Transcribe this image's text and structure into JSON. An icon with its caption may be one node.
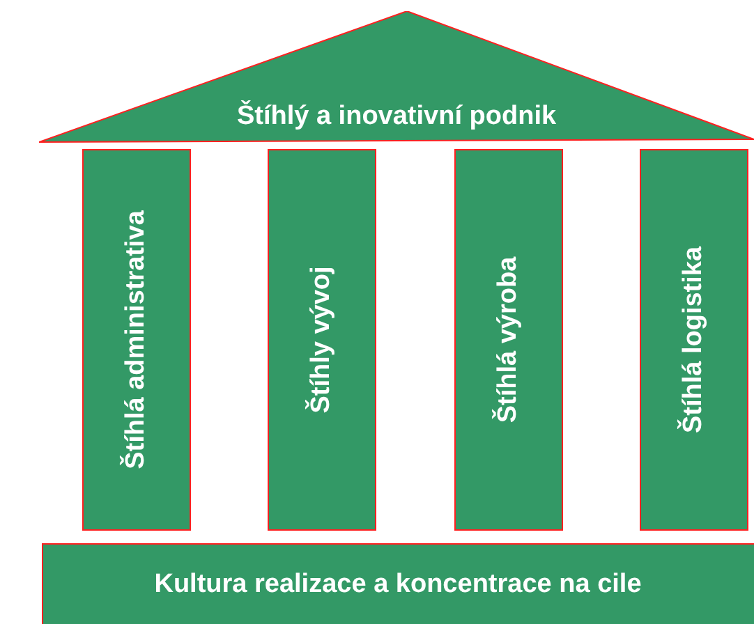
{
  "diagram": {
    "nodes": [
      {
        "text": [
          "Štíhlý a inovativní podnik"
        ]
      },
      {
        "text": [
          "Štíhlá administrativa"
        ]
      },
      {
        "text": [
          "Štíhly vývoj"
        ]
      },
      {
        "text": [
          "Štíhlá výroba"
        ]
      },
      {
        "text": [
          "Štíhlá logistika"
        ]
      },
      {
        "text": [
          "Kultura realizace a koncentrace na cile"
        ]
      }
    ]
  }
}
